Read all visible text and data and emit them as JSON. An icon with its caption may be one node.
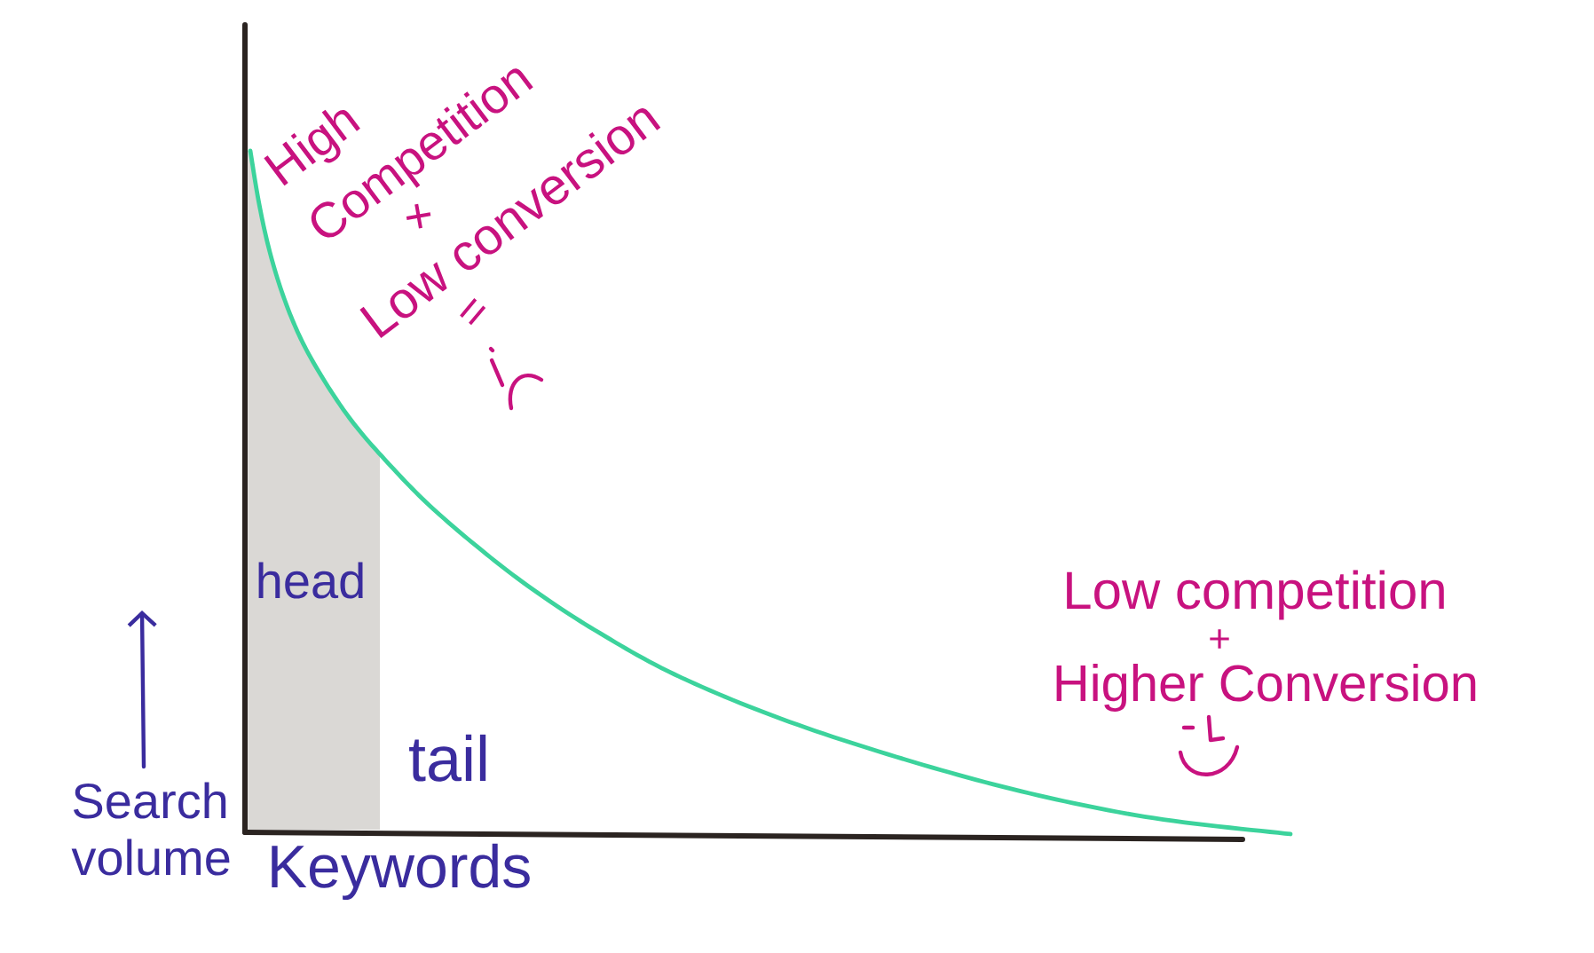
{
  "diagram": {
    "nodes": [
      {
        "text": [
          "head"
        ]
      }
    ],
    "labels": [
      "High Competition",
      "+",
      "Low conversion",
      "=",
      "Low competition",
      "+",
      "Higher Conversion",
      "tail",
      "Search volume",
      "Keywords"
    ]
  }
}
